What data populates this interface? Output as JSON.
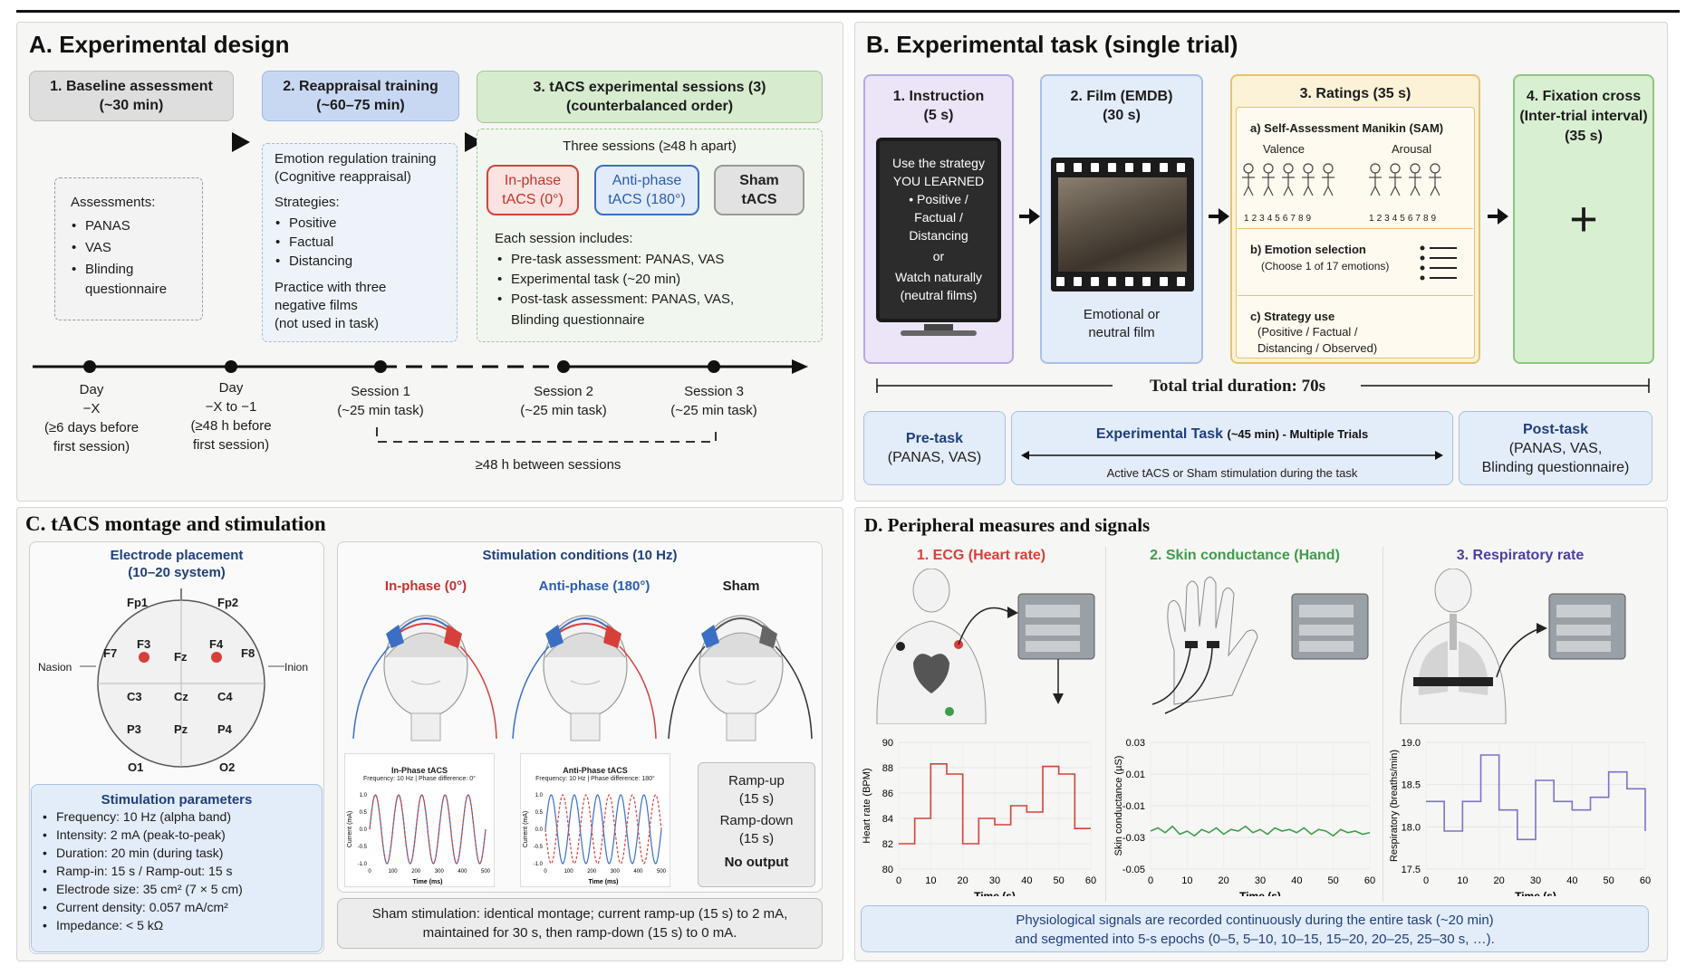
{
  "panel_a": {
    "title": "A. Experimental design",
    "step1": [
      "1. Baseline assessment",
      "(~30 min)"
    ],
    "step2": [
      "2. Reappraisal training",
      "(~60–75 min)"
    ],
    "step3": [
      "3. tACS experimental sessions (3)",
      "(counterbalanced order)"
    ],
    "assess_heading": "Assessments:",
    "assess_items": [
      "PANAS",
      "VAS",
      "Blinding",
      "questionnaire"
    ],
    "training_lines": [
      "Emotion regulation training",
      "(Cognitive reappraisal)"
    ],
    "strategies_heading": "Strategies:",
    "strategies": [
      "Positive",
      "Factual",
      "Distancing"
    ],
    "practice_lines": [
      "Practice with three",
      "negative films",
      "(not used in task)"
    ],
    "three_sessions": "Three sessions (≥48 h apart)",
    "cond_inphase": [
      "In-phase",
      "tACS (0°)"
    ],
    "cond_antiphase": [
      "Anti-phase",
      "tACS (180°)"
    ],
    "cond_sham": [
      "Sham",
      "tACS"
    ],
    "each_session_heading": "Each session includes:",
    "each_session_items": [
      "Pre-task assessment: PANAS, VAS",
      "Experimental task  (~20 min)",
      "Post-task assessment: PANAS, VAS,",
      "Blinding questionnaire"
    ],
    "timeline": [
      {
        "l1": "Day",
        "l2": "−X",
        "l3": "(≥6 days before",
        "l4": "first session)"
      },
      {
        "l1": "Day",
        "l2": "−X to −1",
        "l3": "(≥48 h before",
        "l4": "first session)"
      },
      {
        "l1": "Session 1",
        "l2": "(~25 min task)"
      },
      {
        "l1": "Session 2",
        "l2": "(~25 min task)"
      },
      {
        "l1": "Session 3",
        "l2": "(~25 min task)"
      }
    ],
    "between_sessions": "≥48 h between sessions"
  },
  "panel_b": {
    "title": "B. Experimental task (single trial)",
    "instruction": [
      "1. Instruction",
      "(5 s)"
    ],
    "screen_lines": [
      "Use the strategy",
      "YOU LEARNED",
      "• Positive /",
      "Factual /",
      "Distancing",
      "or",
      "Watch naturally",
      "(neutral films)"
    ],
    "film": [
      "2. Film (EMDB)",
      "(30 s)"
    ],
    "film_caption": [
      "Emotional or",
      "neutral film"
    ],
    "ratings": "3. Ratings (35 s)",
    "sam": "a) Self-Assessment Manikin (SAM)",
    "valence": "Valence",
    "arousal": "Arousal",
    "scale": [
      "1",
      "2",
      "3",
      "4",
      "5",
      "6",
      "7",
      "8",
      "9"
    ],
    "emotion_sel": "b) Emotion selection",
    "emotion_sub": "(Choose 1 of 17 emotions)",
    "strategy_use": "c) Strategy use",
    "strategy_sub": [
      "(Positive / Factual /",
      "Distancing / Observed)"
    ],
    "fixation": [
      "4. Fixation cross",
      "(Inter-trial interval)",
      "(35 s)"
    ],
    "plus": "+",
    "total": "Total trial duration: 70s",
    "pretask": [
      "Pre-task",
      "(PANAS, VAS)"
    ],
    "exp_task": "Experimental Task",
    "exp_task_sub": "(~45 min) -  Multiple Trials",
    "exp_task_note": "Active tACS or Sham stimulation during the task",
    "posttask": [
      "Post-task",
      "(PANAS, VAS,",
      "Blinding questionnaire)"
    ]
  },
  "panel_c": {
    "title": "C. tACS montage and stimulation",
    "placement": [
      "Electrode placement",
      "(10–20 system)"
    ],
    "electrodes": [
      "Fp1",
      "Fp2",
      "F7",
      "F3",
      "Fz",
      "F4",
      "F8",
      "C3",
      "Cz",
      "C4",
      "P3",
      "Pz",
      "P4",
      "O1",
      "O2"
    ],
    "nasion": "Nasion",
    "inion": "Inion",
    "params_title": "Stimulation parameters",
    "params": [
      "Frequency: 10 Hz (alpha band)",
      "Intensity: 2 mA (peak-to-peak)",
      "Duration: 20 min (during task)",
      "Ramp-in: 15 s / Ramp-out: 15 s",
      "Electrode size: 35 cm² (7 × 5 cm)",
      "Current density: 0.057 mA/cm²",
      "Impedance: < 5 kΩ"
    ],
    "conditions_title": "Stimulation conditions (10 Hz)",
    "cond_labels": [
      "In-phase (0°)",
      "Anti-phase (180°)",
      "Sham"
    ],
    "plot1_title": "In-Phase tACS",
    "plot1_sub": "Frequency: 10 Hz | Phase difference: 0°",
    "plot2_title": "Anti-Phase tACS",
    "plot2_sub": "Frequency: 10 Hz | Phase difference: 180°",
    "plot_ylabel": "Current (mA)",
    "plot_xlabel": "Time (ms)",
    "plot_yticks": [
      "1.0",
      "0.5",
      "0.0",
      "-0.5",
      "-1.0"
    ],
    "plot_xticks": [
      "0",
      "100",
      "200",
      "300",
      "400",
      "500"
    ],
    "sham_box": [
      "Ramp-up",
      "(15 s)",
      "Ramp-down",
      "(15 s)",
      "No output"
    ],
    "sham_note": [
      "Sham stimulation: identical montage; current ramp-up (15 s) to 2 mA,",
      "maintained for 30 s, then ramp-down (15 s) to 0 mA."
    ],
    "colors": {
      "inphase": "#d7403a",
      "antiphase": "#3a6fc4",
      "sham": "#444444"
    }
  },
  "panel_d": {
    "title": "D. Peripheral measures and signals",
    "ecg_title": "1. ECG (Heart rate)",
    "skin_title": "2. Skin conductance (Hand)",
    "resp_title": "3. Respiratory rate",
    "note": [
      "Physiological signals are recorded continuously during the entire task (~20 min)",
      "and segmented into 5-s epochs (0–5, 5–10, 10–15, 15–20, 20–25, 25–30 s, …)."
    ]
  },
  "chart_data": [
    {
      "type": "line",
      "title": "",
      "xlabel": "Time (s)",
      "ylabel": "Heart rate (BPM)",
      "xlim": [
        0,
        60
      ],
      "ylim": [
        80,
        90
      ],
      "xticks": [
        "0",
        "10",
        "20",
        "30",
        "40",
        "50",
        "60"
      ],
      "yticks": [
        "80",
        "82",
        "84",
        "86",
        "88",
        "90"
      ],
      "step": true,
      "x": [
        0,
        5,
        10,
        15,
        20,
        25,
        30,
        35,
        40,
        45,
        50,
        55,
        60
      ],
      "values": [
        82,
        84,
        88.3,
        87.5,
        82,
        84,
        83.5,
        85,
        84.5,
        88.1,
        87.5,
        83.2,
        83.2
      ],
      "color": "#d7403a"
    },
    {
      "type": "line",
      "title": "",
      "xlabel": "Time (s)",
      "ylabel": "Skin conductance (µS)",
      "xlim": [
        0,
        60
      ],
      "ylim": [
        -0.05,
        0.03
      ],
      "xticks": [
        "0",
        "10",
        "20",
        "30",
        "40",
        "50",
        "60"
      ],
      "yticks": [
        "0.03",
        "0.01",
        "-0.01",
        "-0.03",
        "-0.05"
      ],
      "step": false,
      "x": [
        0,
        2,
        4,
        6,
        8,
        10,
        12,
        14,
        16,
        18,
        20,
        22,
        24,
        26,
        28,
        30,
        32,
        34,
        36,
        38,
        40,
        42,
        44,
        46,
        48,
        50,
        52,
        54,
        56,
        58,
        60
      ],
      "values": [
        -0.026,
        -0.024,
        -0.027,
        -0.023,
        -0.028,
        -0.026,
        -0.029,
        -0.025,
        -0.027,
        -0.024,
        -0.028,
        -0.025,
        -0.026,
        -0.023,
        -0.027,
        -0.025,
        -0.028,
        -0.024,
        -0.026,
        -0.025,
        -0.027,
        -0.024,
        -0.028,
        -0.025,
        -0.026,
        -0.029,
        -0.025,
        -0.027,
        -0.026,
        -0.028,
        -0.027
      ],
      "color": "#3f9c4a"
    },
    {
      "type": "line",
      "title": "",
      "xlabel": "Time (s)",
      "ylabel": "Respiratory (breaths/min)",
      "xlim": [
        0,
        60
      ],
      "ylim": [
        17.5,
        19.0
      ],
      "xticks": [
        "0",
        "10",
        "20",
        "30",
        "40",
        "50",
        "60"
      ],
      "yticks": [
        "19.0",
        "18.5",
        "18.0",
        "17.5"
      ],
      "step": true,
      "x": [
        0,
        5,
        10,
        15,
        20,
        25,
        30,
        35,
        40,
        45,
        50,
        55,
        60
      ],
      "values": [
        18.3,
        17.95,
        18.3,
        18.85,
        18.2,
        17.85,
        18.55,
        18.3,
        18.2,
        18.35,
        18.65,
        18.45,
        17.95
      ],
      "color": "#7a73c8"
    }
  ]
}
